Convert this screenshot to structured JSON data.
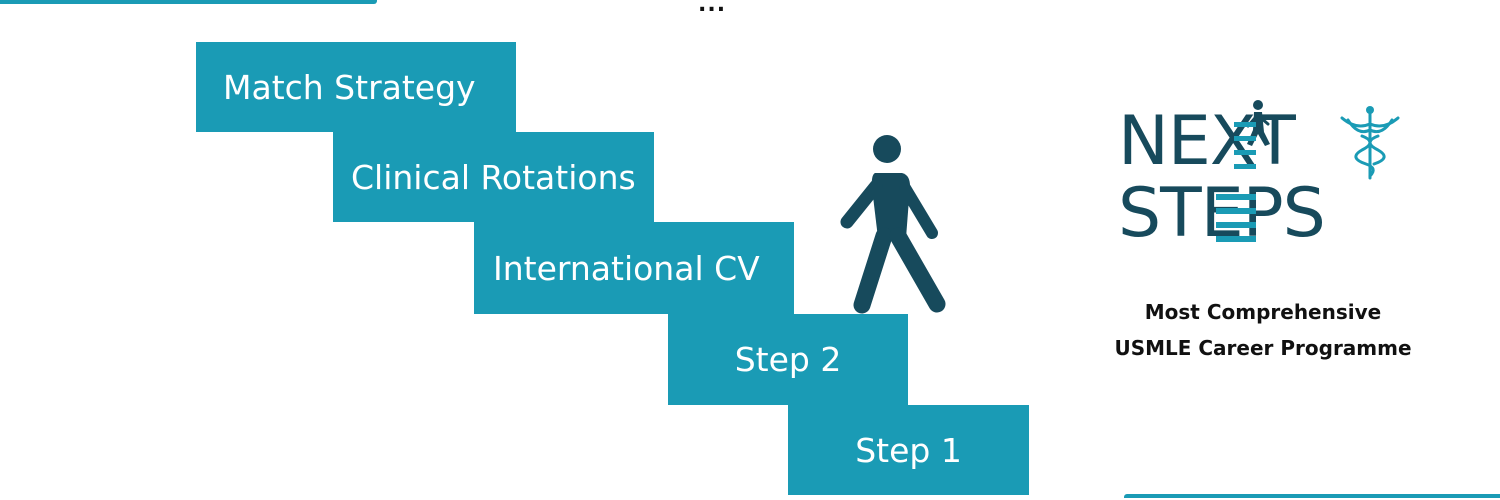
{
  "header": {
    "ellipsis": "..."
  },
  "staircase": {
    "steps": [
      {
        "label": "Match Strategy"
      },
      {
        "label": "Clinical Rotations"
      },
      {
        "label": "International CV"
      },
      {
        "label": "Step 2"
      },
      {
        "label": "Step 1"
      }
    ]
  },
  "logo": {
    "line1": "NEXT",
    "line2": "STEPS",
    "icons": [
      "climbing-person-icon",
      "caduceus-icon"
    ]
  },
  "tagline": {
    "line1": "Most Comprehensive",
    "line2": "USMLE Career Programme"
  },
  "colors": {
    "accent": "#1a9bb5",
    "logo_dark": "#174a5c",
    "figure": "#174a5c",
    "text_dark": "#111111"
  }
}
